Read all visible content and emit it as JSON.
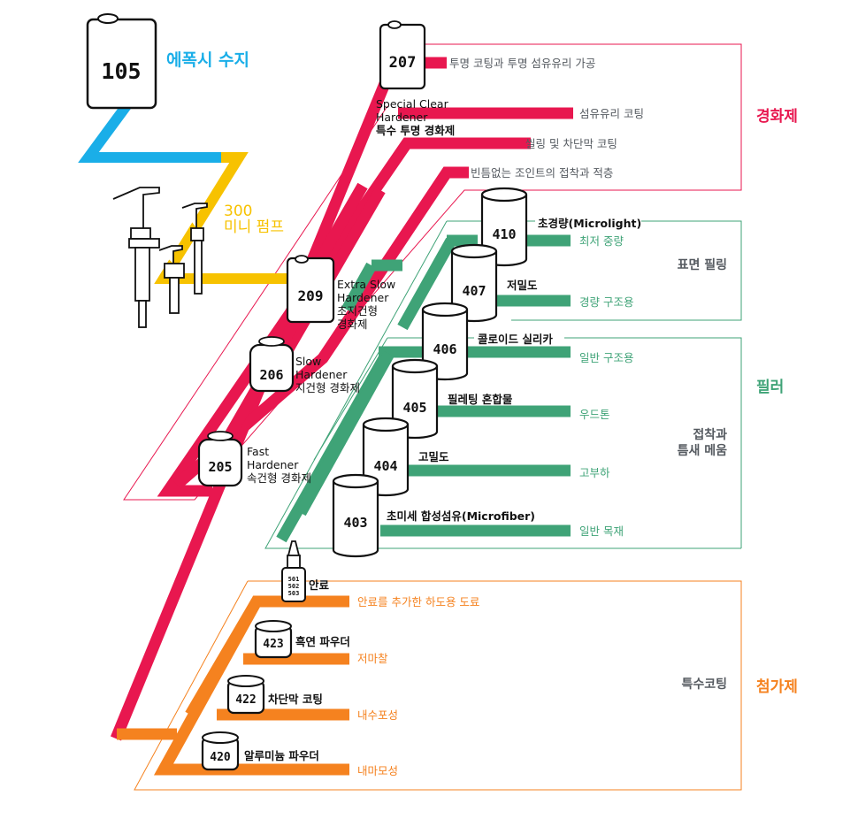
{
  "colors": {
    "resin": "#1aaee8",
    "pump": "#f7c200",
    "hardener": "#e8174f",
    "filler": "#3fa377",
    "additive": "#f5821f",
    "gray_text": "#555a60",
    "black": "#111111"
  },
  "resin": {
    "product": "105",
    "label": "에폭시 수지"
  },
  "pump": {
    "product": "300",
    "label": "미니 펌프"
  },
  "hardeners": {
    "category": "경화제",
    "items": [
      {
        "product": "207",
        "name_en_1": "Special Clear",
        "name_en_2": "Hardener",
        "name_ko": "특수 투명 경화제"
      },
      {
        "product": "209",
        "name_en_1": "Extra Slow",
        "name_en_2": "Hardener",
        "name_ko_1": "초지건형",
        "name_ko_2": "경화제"
      },
      {
        "product": "206",
        "name_en_1": "Slow",
        "name_en_2": "Hardener",
        "name_ko": "지건형 경화제"
      },
      {
        "product": "205",
        "name_en_1": "Fast",
        "name_en_2": "Hardener",
        "name_ko": "속건형 경화제"
      }
    ],
    "uses": [
      "투명 코팅과 투명 섬유유리 가공",
      "섬유유리 코팅",
      "씰링 및 차단막 코팅",
      "빈틈없는 조인트의 접착과 적층"
    ]
  },
  "fillers": {
    "category": "필러",
    "group_fairing": "표면 필링",
    "group_bonding_1": "접착과",
    "group_bonding_2": "틈새 메움",
    "items": [
      {
        "product": "410",
        "name": "초경량(Microlight)",
        "use": "최저 중량"
      },
      {
        "product": "407",
        "name": "저밀도",
        "use": "경량 구조용"
      },
      {
        "product": "406",
        "name": "콜로이드 실리카",
        "use": "일반 구조용"
      },
      {
        "product": "405",
        "name": "필레팅 혼합물",
        "use": "우드톤"
      },
      {
        "product": "404",
        "name": "고밀도",
        "use": "고부하"
      },
      {
        "product": "403",
        "name": "초미세 합성섬유(Microfiber)",
        "use": "일반 목재"
      }
    ]
  },
  "additives": {
    "category": "첨가제",
    "group": "특수코팅",
    "items": [
      {
        "product": "501\n502\n503",
        "product_lines": [
          "501",
          "502",
          "503"
        ],
        "name": "안료",
        "use": "안료를 추가한 하도용 도료"
      },
      {
        "product": "423",
        "name": "흑연 파우더",
        "use": "저마찰"
      },
      {
        "product": "422",
        "name": "차단막 코팅",
        "use": "내수포성"
      },
      {
        "product": "420",
        "name": "알루미늄 파우더",
        "use": "내마모성"
      }
    ]
  }
}
